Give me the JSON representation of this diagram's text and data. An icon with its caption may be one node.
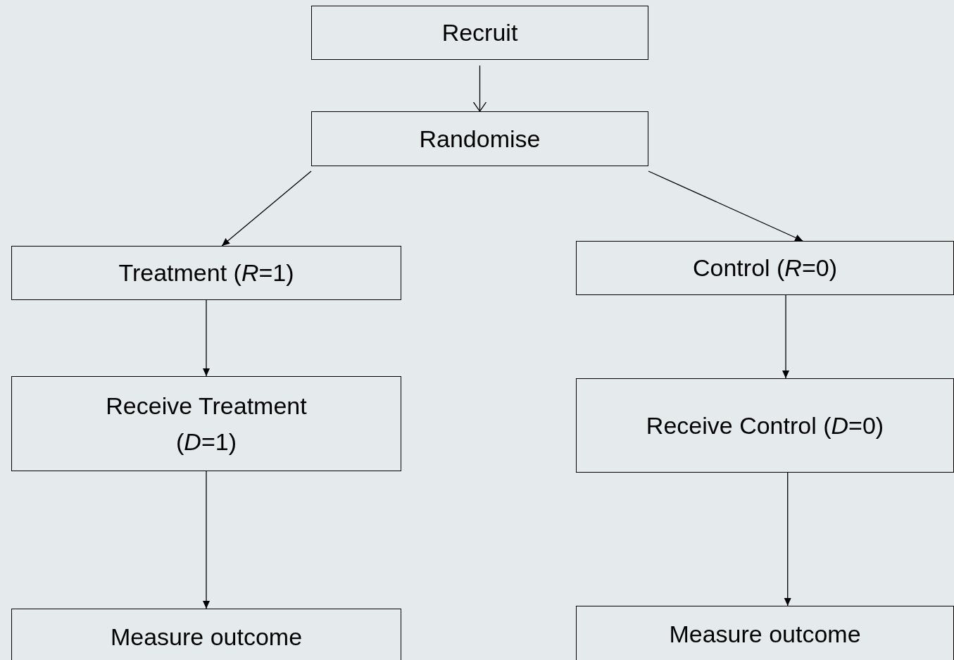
{
  "diagram": {
    "nodes": [
      {
        "text": [
          "Recruit"
        ]
      },
      {
        "text": [
          "Randomise"
        ]
      },
      {
        "text": [
          "Treatment (*R*=1)"
        ]
      },
      {
        "text": [
          "Control (*R*=0)"
        ]
      },
      {
        "text": [
          "Receive Treatment (*D*=1)"
        ]
      },
      {
        "text": [
          "Receive Control (*D*=0)"
        ]
      },
      {
        "text": [
          "Measure outcome"
        ]
      },
      {
        "text": [
          "Measure outcome"
        ]
      }
    ],
    "edges": [
      {
        "from": 0,
        "to": 1,
        "arrow": "to"
      },
      {
        "from": 1,
        "to": 2,
        "arrow": "to"
      },
      {
        "from": 1,
        "to": 3,
        "arrow": "to"
      },
      {
        "from": 2,
        "to": 4,
        "arrow": "to"
      },
      {
        "from": 3,
        "to": 5,
        "arrow": "to"
      },
      {
        "from": 4,
        "to": 6,
        "arrow": "to"
      },
      {
        "from": 5,
        "to": 7,
        "arrow": "to"
      }
    ]
  }
}
